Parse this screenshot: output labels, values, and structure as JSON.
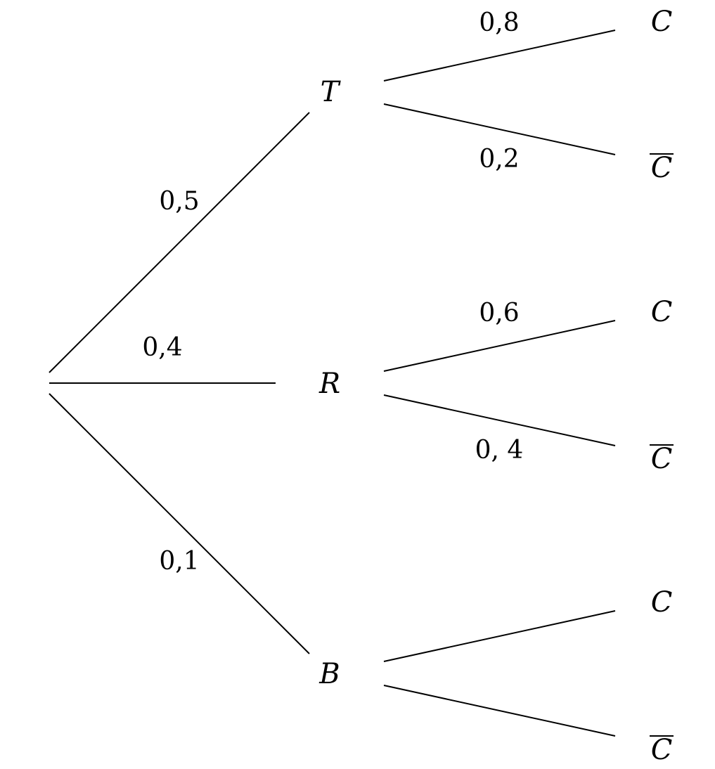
{
  "tree": {
    "first_level": [
      {
        "node": "T",
        "probability": "0,5"
      },
      {
        "node": "R",
        "probability": "0,4"
      },
      {
        "node": "B",
        "probability": "0,1"
      }
    ],
    "second_level": {
      "T": [
        {
          "node": "C",
          "complement": false,
          "probability": "0,8"
        },
        {
          "node": "C",
          "complement": true,
          "probability": "0,2"
        }
      ],
      "R": [
        {
          "node": "C",
          "complement": false,
          "probability": "0,6"
        },
        {
          "node": "C",
          "complement": true,
          "probability": "0, 4"
        }
      ],
      "B": [
        {
          "node": "C",
          "complement": false,
          "probability": ""
        },
        {
          "node": "C",
          "complement": true,
          "probability": ""
        }
      ]
    }
  }
}
